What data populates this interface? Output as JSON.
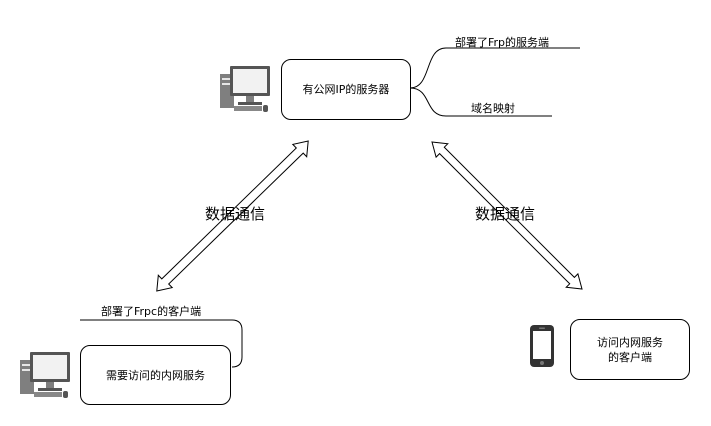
{
  "server_node": {
    "label": "有公网IP的服务器"
  },
  "server_annotations": {
    "top": "部署了Frp的服务端",
    "bottom": "域名映射"
  },
  "intranet_node": {
    "label": "需要访问的内网服务"
  },
  "intranet_annotation": {
    "text": "部署了Frpc的客户端"
  },
  "client_node": {
    "line1": "访问内网服务",
    "line2": "的客户端"
  },
  "edges": {
    "left_label": "数据通信",
    "right_label": "数据通信"
  },
  "icons": [
    "computer-icon",
    "computer-icon",
    "mobile-phone-icon"
  ],
  "colors": {
    "stroke": "#000000",
    "icon_gray": "#7f7f7f",
    "icon_dark": "#333333"
  }
}
